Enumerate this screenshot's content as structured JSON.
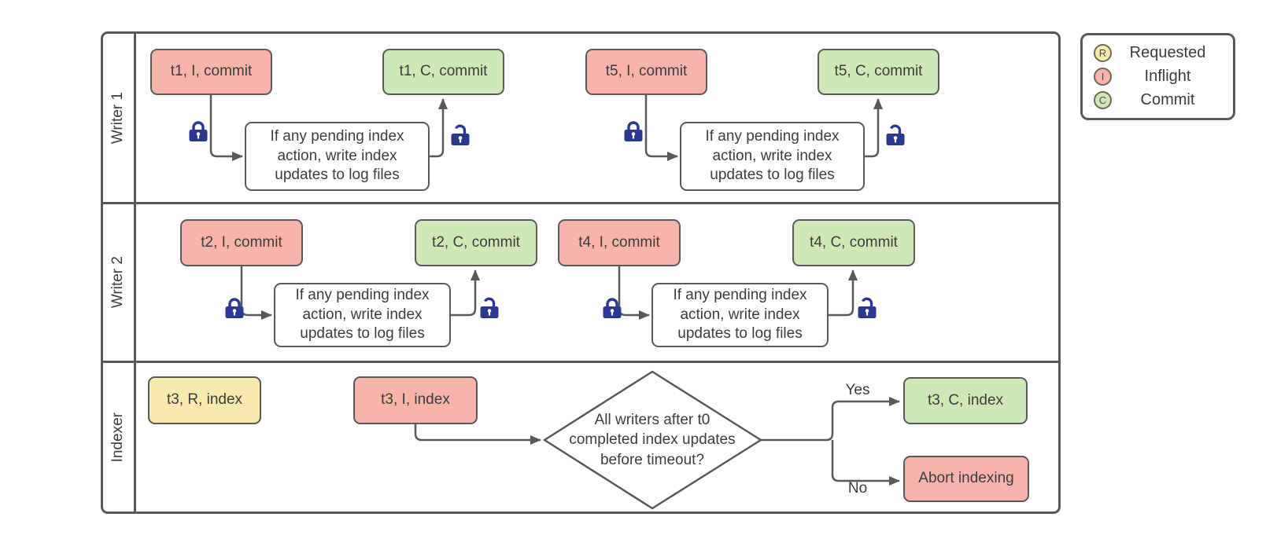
{
  "lanes": [
    {
      "label": "Writer 1"
    },
    {
      "label": "Writer 2"
    },
    {
      "label": "Indexer"
    }
  ],
  "nodes": {
    "t1_inflight": "t1, I, commit",
    "t1_commit": "t1, C, commit",
    "t5_inflight": "t5, I, commit",
    "t5_commit": "t5, C, commit",
    "t2_inflight": "t2, I, commit",
    "t2_commit": "t2, C, commit",
    "t4_inflight": "t4, I, commit",
    "t4_commit": "t4, C, commit",
    "t3_requested": "t3, R, index",
    "t3_inflight": "t3, I, index",
    "t3_commit": "t3, C, index",
    "abort": "Abort indexing",
    "action": "If any pending index action, write index updates to log files",
    "decision": "All writers after t0 completed index updates before timeout?"
  },
  "edge_labels": {
    "yes": "Yes",
    "no": "No"
  },
  "legend": {
    "items": [
      {
        "letter": "R",
        "label": "Requested",
        "color": "#F7EAAC"
      },
      {
        "letter": "I",
        "label": "Inflight",
        "color": "#F8B3AB"
      },
      {
        "letter": "C",
        "label": "Commit",
        "color": "#CFE8B7"
      }
    ]
  },
  "icons": {
    "lock_closed": "lock-closed",
    "lock_open": "lock-open"
  },
  "colors": {
    "requested": "#F7EAAC",
    "inflight": "#F8B3AB",
    "commit": "#CFE8B7",
    "border": "#595959",
    "lock": "#2B3790",
    "text": "#3C3C3C"
  }
}
